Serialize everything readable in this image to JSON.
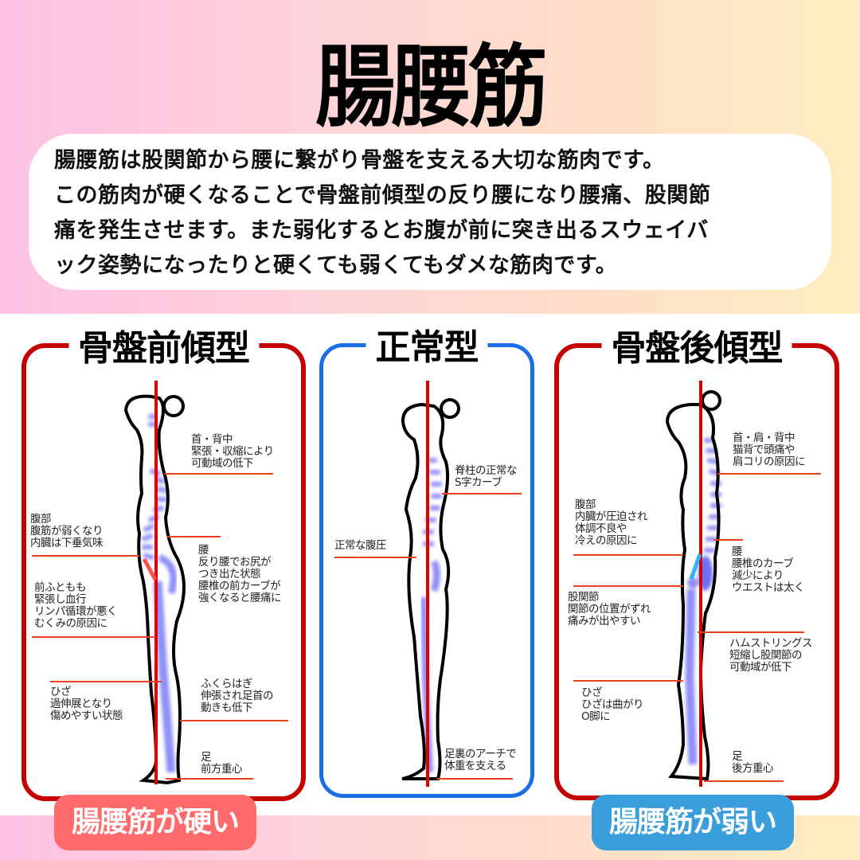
{
  "header": {
    "title": "腸腰筋"
  },
  "intro": {
    "text": "腸腰筋は股関節から腰に繋がり骨盤を支える大切な筋肉です。\nこの筋肉が硬くなることで骨盤前傾型の反り腰になり腰痛、股関節\n痛を発生させます。また弱化するとお腹が前に突き出るスウェイバ\nック姿勢になったりと硬くても弱くてもダメな筋肉です。"
  },
  "colors": {
    "anterior_border": "#c40000",
    "normal_border": "#1a6fe8",
    "posterior_border": "#c40000",
    "plumb_line": "#e00000",
    "leader_line": "#e8431a",
    "muscle_highlight": "#6a6af5",
    "badge_hard": "#ff6b6b",
    "badge_weak": "#3a9edb"
  },
  "panels": [
    {
      "id": "anterior",
      "title": "骨盤前傾型",
      "labels": [
        {
          "text": "首・背中\n緊張・収縮により\n可動域の低下"
        },
        {
          "text": "腹部\n腹筋が弱くなり\n内臓は下垂気味"
        },
        {
          "text": "腰\n反り腰でお尻が\nつき出た状態\n腰椎の前カーブが\n強くなると腰痛に"
        },
        {
          "text": "前ふともも\n緊張し血行\nリンパ循環が悪く\nむくみの原因に"
        },
        {
          "text": "ひざ\n過伸展となり\n傷めやすい状態"
        },
        {
          "text": "ふくらはぎ\n伸張され足首の\n動きも低下"
        },
        {
          "text": "足\n前方重心"
        }
      ]
    },
    {
      "id": "normal",
      "title": "正常型",
      "labels": [
        {
          "text": "脊柱の正常な\nS字カーブ"
        },
        {
          "text": "正常な腹圧"
        },
        {
          "text": "足裏のアーチで\n体重を支える"
        }
      ]
    },
    {
      "id": "posterior",
      "title": "骨盤後傾型",
      "labels": [
        {
          "text": "首・肩・背中\n猫背で頭痛や\n肩コリの原因に"
        },
        {
          "text": "腹部\n内臓が圧迫され\n体調不良や\n冷えの原因に"
        },
        {
          "text": "腰\n腰椎のカーブ\n減少により\nウエストは太く"
        },
        {
          "text": "股関節\n関節の位置がずれ\n痛みが出やすい"
        },
        {
          "text": "ハムストリングス\n短縮し股関節の\n可動域が低下"
        },
        {
          "text": "ひざ\nひざは曲がり\nO脚に"
        },
        {
          "text": "足\n後方重心"
        }
      ]
    }
  ],
  "badges": {
    "hard": "腸腰筋が硬い",
    "weak": "腸腰筋が弱い"
  }
}
